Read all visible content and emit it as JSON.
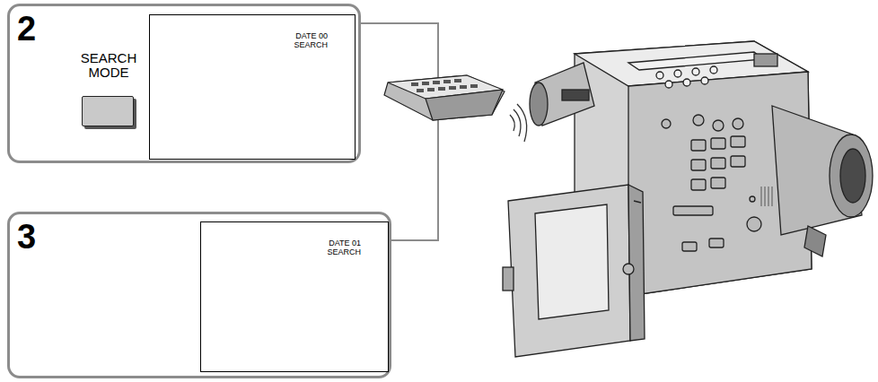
{
  "diagram": {
    "nodes": [
      {
        "text": [
          "2"
        ]
      },
      {
        "text": [
          "SEARCH MODE"
        ],
        "in": 0
      },
      {
        "text": [
          "DATE 00 SEARCH"
        ],
        "in": 0
      },
      {
        "text": [
          "3"
        ]
      },
      {
        "text": [
          "DATE 01 SEARCH"
        ],
        "in": 3
      }
    ]
  }
}
